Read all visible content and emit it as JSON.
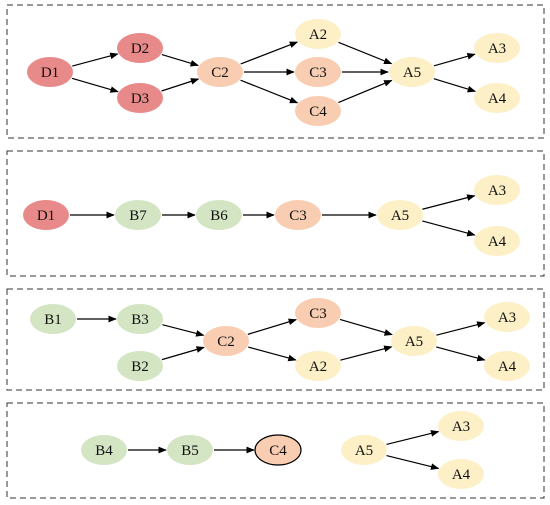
{
  "colors": {
    "red": "#e98a8a",
    "green": "#d3e5c3",
    "orange": "#f8cdb1",
    "yellow": "#fdf0c7",
    "edge": "#000000",
    "panel_border": "#333333"
  },
  "panels": [
    {
      "id": "panel-1",
      "nodes": [
        {
          "id": "p1-D1",
          "label": "D1",
          "color": "red"
        },
        {
          "id": "p1-D2",
          "label": "D2",
          "color": "red"
        },
        {
          "id": "p1-D3",
          "label": "D3",
          "color": "red"
        },
        {
          "id": "p1-C2",
          "label": "C2",
          "color": "orange"
        },
        {
          "id": "p1-A2",
          "label": "A2",
          "color": "yellow"
        },
        {
          "id": "p1-C3",
          "label": "C3",
          "color": "orange"
        },
        {
          "id": "p1-C4",
          "label": "C4",
          "color": "orange"
        },
        {
          "id": "p1-A5",
          "label": "A5",
          "color": "yellow"
        },
        {
          "id": "p1-A3",
          "label": "A3",
          "color": "yellow"
        },
        {
          "id": "p1-A4",
          "label": "A4",
          "color": "yellow"
        }
      ],
      "edges": [
        [
          "p1-D1",
          "p1-D2"
        ],
        [
          "p1-D1",
          "p1-D3"
        ],
        [
          "p1-D2",
          "p1-C2"
        ],
        [
          "p1-D3",
          "p1-C2"
        ],
        [
          "p1-C2",
          "p1-A2"
        ],
        [
          "p1-C2",
          "p1-C3"
        ],
        [
          "p1-C2",
          "p1-C4"
        ],
        [
          "p1-A2",
          "p1-A5"
        ],
        [
          "p1-C3",
          "p1-A5"
        ],
        [
          "p1-C4",
          "p1-A5"
        ],
        [
          "p1-A5",
          "p1-A3"
        ],
        [
          "p1-A5",
          "p1-A4"
        ]
      ]
    },
    {
      "id": "panel-2",
      "nodes": [
        {
          "id": "p2-D1",
          "label": "D1",
          "color": "red"
        },
        {
          "id": "p2-B7",
          "label": "B7",
          "color": "green"
        },
        {
          "id": "p2-B6",
          "label": "B6",
          "color": "green"
        },
        {
          "id": "p2-C3",
          "label": "C3",
          "color": "orange"
        },
        {
          "id": "p2-A5",
          "label": "A5",
          "color": "yellow"
        },
        {
          "id": "p2-A3",
          "label": "A3",
          "color": "yellow"
        },
        {
          "id": "p2-A4",
          "label": "A4",
          "color": "yellow"
        }
      ],
      "edges": [
        [
          "p2-D1",
          "p2-B7"
        ],
        [
          "p2-B7",
          "p2-B6"
        ],
        [
          "p2-B6",
          "p2-C3"
        ],
        [
          "p2-C3",
          "p2-A5"
        ],
        [
          "p2-A5",
          "p2-A3"
        ],
        [
          "p2-A5",
          "p2-A4"
        ]
      ]
    },
    {
      "id": "panel-3",
      "nodes": [
        {
          "id": "p3-B1",
          "label": "B1",
          "color": "green"
        },
        {
          "id": "p3-B3",
          "label": "B3",
          "color": "green"
        },
        {
          "id": "p3-B2",
          "label": "B2",
          "color": "green"
        },
        {
          "id": "p3-C2",
          "label": "C2",
          "color": "orange"
        },
        {
          "id": "p3-C3",
          "label": "C3",
          "color": "orange"
        },
        {
          "id": "p3-A2",
          "label": "A2",
          "color": "yellow"
        },
        {
          "id": "p3-A5",
          "label": "A5",
          "color": "yellow"
        },
        {
          "id": "p3-A3",
          "label": "A3",
          "color": "yellow"
        },
        {
          "id": "p3-A4",
          "label": "A4",
          "color": "yellow"
        }
      ],
      "edges": [
        [
          "p3-B1",
          "p3-B3"
        ],
        [
          "p3-B3",
          "p3-C2"
        ],
        [
          "p3-B2",
          "p3-C2"
        ],
        [
          "p3-C2",
          "p3-C3"
        ],
        [
          "p3-C2",
          "p3-A2"
        ],
        [
          "p3-C3",
          "p3-A5"
        ],
        [
          "p3-A2",
          "p3-A5"
        ],
        [
          "p3-A5",
          "p3-A3"
        ],
        [
          "p3-A5",
          "p3-A4"
        ]
      ]
    },
    {
      "id": "panel-4",
      "nodes": [
        {
          "id": "p4-B4",
          "label": "B4",
          "color": "green"
        },
        {
          "id": "p4-B5",
          "label": "B5",
          "color": "green"
        },
        {
          "id": "p4-C4",
          "label": "C4",
          "color": "orange",
          "outlined": true
        },
        {
          "id": "p4-A5",
          "label": "A5",
          "color": "yellow"
        },
        {
          "id": "p4-A3",
          "label": "A3",
          "color": "yellow"
        },
        {
          "id": "p4-A4",
          "label": "A4",
          "color": "yellow"
        }
      ],
      "edges": [
        [
          "p4-B4",
          "p4-B5"
        ],
        [
          "p4-B5",
          "p4-C4"
        ],
        [
          "p4-A5",
          "p4-A3"
        ],
        [
          "p4-A5",
          "p4-A4"
        ]
      ]
    }
  ]
}
